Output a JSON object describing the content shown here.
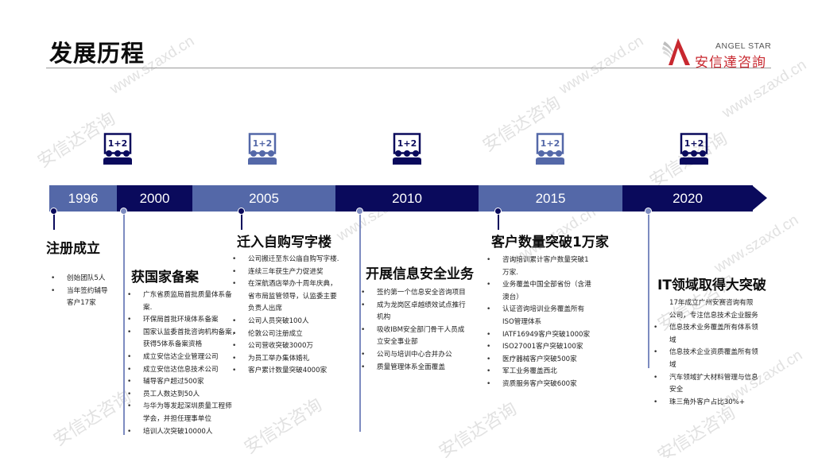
{
  "header": {
    "title": "发展历程",
    "logo": {
      "en": "ANGEL STAR",
      "cn": "安信達咨詢",
      "brand_color": "#c8282f"
    }
  },
  "colors": {
    "dark": "#0a0a5c",
    "light": "#5468a8",
    "text": "#222222"
  },
  "icon": {
    "name": "classroom-board-icon",
    "label": "1+2"
  },
  "timeline": {
    "years": [
      {
        "label": "1996",
        "shade": "light"
      },
      {
        "label": "2000",
        "shade": "dark"
      },
      {
        "label": "2005",
        "shade": "light"
      },
      {
        "label": "2010",
        "shade": "dark"
      },
      {
        "label": "2015",
        "shade": "light"
      },
      {
        "label": "2020",
        "shade": "dark"
      }
    ]
  },
  "milestones": [
    {
      "heading": "注册成立",
      "items": [
        "创始团队5人",
        "当年签约辅导",
        "客户17家"
      ]
    },
    {
      "heading": "获国家备案",
      "items": [
        "广东省质监局首批质量体系备",
        "案.",
        "环保局首批环境体系备案",
        "国家认监委首批咨询机构备案，",
        "获得5体系备案资格",
        "成立安信达企业管理公司",
        "成立安信达信息技术公司",
        "辅导客户超过500家",
        "员工人数达到50人",
        "与华为等发起深圳质量工程师",
        "学会，并担任理事单位",
        "培训人次突破10000人"
      ]
    },
    {
      "heading": "迁入自购写字楼",
      "items": [
        "公司搬迁至东公庙自购写字楼.",
        "连续三年获生产力促进奖",
        "在深航酒店举办十周年庆典，",
        "省市局监管领导，认监委主要",
        "负责人出席",
        "公司人员突破100人",
        "伦敦公司注册成立",
        "公司营收突破3000万",
        "为员工举办集体婚礼",
        "客户累计数量突破4000家"
      ]
    },
    {
      "heading": "开展信息安全业务",
      "items": [
        "签约第一个信息安全咨询项目",
        "成为龙岗区卓越绩效试点推行",
        "机构",
        "吸收IBM安全部门骨干人员成",
        "立安全事业部",
        "公司与培训中心合并办公",
        "质量管理体系全面覆盖"
      ]
    },
    {
      "heading": "客户数量突破1万家",
      "items": [
        "咨询培训累计客户数量突破1",
        "万家.",
        "业务覆盖中国全部省份（含港",
        "澳台）",
        "认证咨询培训业务覆盖所有",
        "ISO管理体系",
        "IATF16949客户突破1000家",
        "ISO27001客户突破100家",
        "医疗器械客户突破500家",
        "军工业务覆盖西北",
        "资质服务客户突破600家"
      ]
    },
    {
      "heading": "IT领域取得大突破",
      "items": [
        "17年成立广州安赛咨询有限",
        "公司，专注信息技术企业服务",
        "信息技术业务覆盖所有体系领",
        "域",
        "信息技术企业资质覆盖所有领",
        "域",
        "汽车领域扩大材料管理与信息",
        "安全",
        "珠三角外客户占比30%+"
      ]
    }
  ],
  "watermarks": {
    "cn": "安信达咨询",
    "url": "www.szaxd.cn"
  }
}
